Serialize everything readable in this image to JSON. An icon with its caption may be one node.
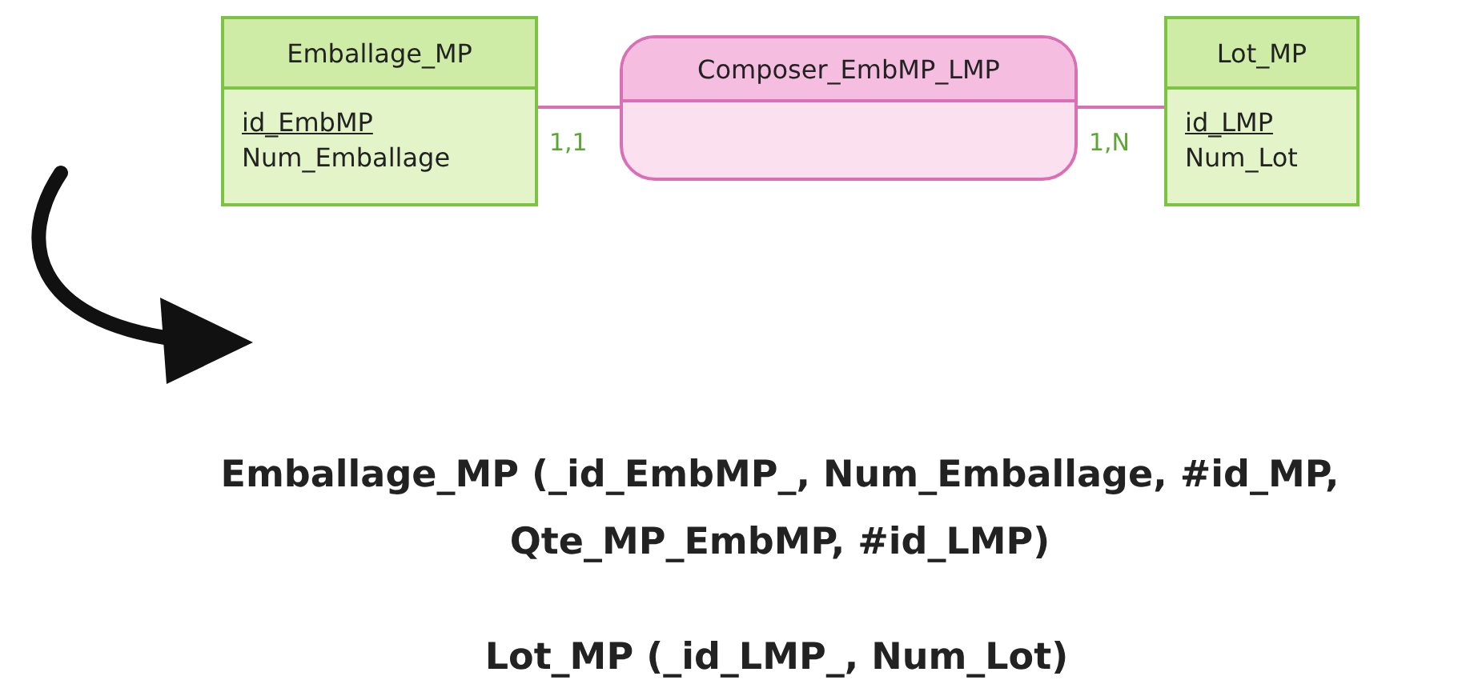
{
  "diagram": {
    "nodes": [
      {
        "text": [
          "Emballage_MP",
          "id_EmbMP",
          "Num_Emballage"
        ]
      },
      {
        "text": [
          "Composer_EmbMP_LMP"
        ]
      },
      {
        "text": [
          "Lot_MP",
          "id_LMP",
          "Num_Lot"
        ]
      }
    ],
    "edges": [
      {
        "from": 0,
        "to": 1,
        "arrow": "none",
        "label": "1,1"
      },
      {
        "from": 1,
        "to": 2,
        "arrow": "none",
        "label": "1,N"
      }
    ],
    "labels": [
      "Emballage_MP (_id_EmbMP_, Num_Emballage, #id_MP, Qte_MP_EmbMP, #id_LMP)",
      "Lot_MP (_id_LMP_, Num_Lot)"
    ]
  }
}
